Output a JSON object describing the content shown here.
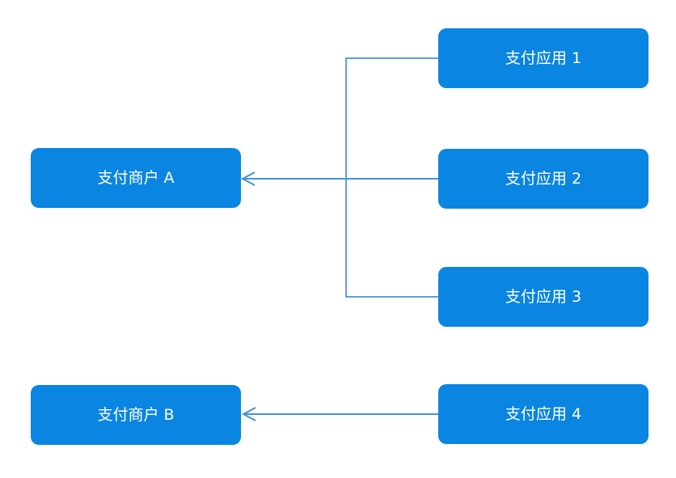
{
  "colors": {
    "node_fill": "#0a85e1",
    "node_text": "#ffffff",
    "connector": "#4590dc",
    "background": "#ffffff"
  },
  "nodes": {
    "app1": {
      "label": "支付应用 1"
    },
    "app2": {
      "label": "支付应用 2"
    },
    "app3": {
      "label": "支付应用 3"
    },
    "app4": {
      "label": "支付应用 4"
    },
    "merchant_a": {
      "label": "支付商户 A"
    },
    "merchant_b": {
      "label": "支付商户 B"
    }
  },
  "edges": [
    {
      "from": "app1",
      "to": "merchant_a",
      "style": "branch-line"
    },
    {
      "from": "app2",
      "to": "merchant_a",
      "style": "arrow"
    },
    {
      "from": "app3",
      "to": "merchant_a",
      "style": "branch-line"
    },
    {
      "from": "app4",
      "to": "merchant_b",
      "style": "arrow"
    }
  ]
}
